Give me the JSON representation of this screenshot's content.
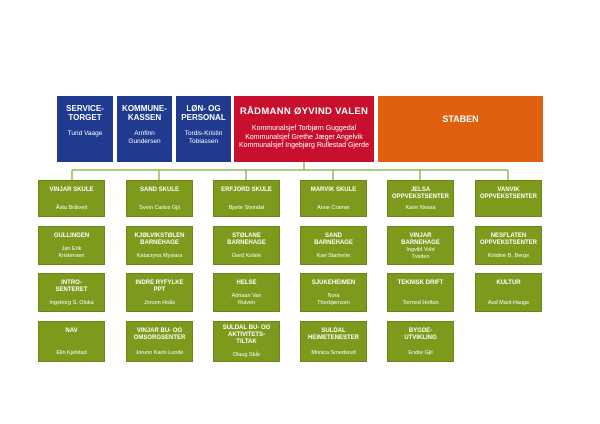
{
  "top_units": [
    {
      "title": "SERVICE-\nTORGET",
      "person": "Turid Vaage"
    },
    {
      "title": "KOMMUNE-\nKASSEN",
      "person": "Arnfinn\nGundersen"
    },
    {
      "title": "LØN- OG\nPERSONAL",
      "person": "Tordis-Kristin\nTobiassen"
    }
  ],
  "radmann": {
    "title": "RÅDMANN ØYVIND VALEN",
    "lines": [
      "Kommunalsjef Torbjørn Guggedal",
      "Kommunalsjef Grethe Jæger Angelvik",
      "Kommunalsjef Ingebjørg Rullestad Gjerde"
    ]
  },
  "staben": {
    "title": "STABEN"
  },
  "units": [
    [
      {
        "title": "VINJAR SKULE",
        "person": "Åsta Bråtveit"
      },
      {
        "title": "SAND SKULE",
        "person": "Svein Carlos Gjil"
      },
      {
        "title": "ERFJORD SKULE",
        "person": "Bjarte Steindal"
      },
      {
        "title": "MARVIK SKULE",
        "person": "Anne Cramer"
      },
      {
        "title": "JELSA\nOPPVEKSTSENTER",
        "person": "Karin Nessa"
      },
      {
        "title": "VANVIK\nOPPVEKSTSENTER",
        "person": ""
      }
    ],
    [
      {
        "title": "GULLINGEN",
        "person": "Jan Erik\nKristensen"
      },
      {
        "title": "KJØLVIKSTØLEN\nBARNEHAGE",
        "person": "Katarzyna Mysiara"
      },
      {
        "title": "STØLANE\nBARNEHAGE",
        "person": "Gerd Kolste"
      },
      {
        "title": "SAND\nBARNEHAGE",
        "person": "Kari Starheim"
      },
      {
        "title": "VINJAR\nBARNEHAGE",
        "person": "Ingvild Vold\nTveiten"
      },
      {
        "title": "NESFLATEN\nOPPVEKSTSENTER",
        "person": "Kristine B. Berge"
      }
    ],
    [
      {
        "title": "INTRO-\nSENTERET",
        "person": "Ingeborg S. Oluka"
      },
      {
        "title": "INDRE RYFYLKE\nPPT",
        "person": "Jorunn Hoås"
      },
      {
        "title": "HELSE",
        "person": "Adriaan Van\nRuiven"
      },
      {
        "title": "SJUKEHEIMEN",
        "person": "Nora\nThorbjørnsen"
      },
      {
        "title": "TEKNISK DRIFT",
        "person": "Tormod Hoftun"
      },
      {
        "title": "KULTUR",
        "person": "Aud Marit Hauge"
      }
    ],
    [
      {
        "title": "NAV",
        "person": "Elin Kjelstad"
      },
      {
        "title": "VINJAR BU- OG\nOMSORGSENTER",
        "person": "Jorunn Karin Lunde"
      },
      {
        "title": "SULDAL BU- OG\nAKTIVITETS-\nTILTAK",
        "person": "Olaug Skår"
      },
      {
        "title": "SULDAL\nHEIMETENESTER",
        "person": "Monica Smedsrud"
      },
      {
        "title": "BYGDE-\nUTVIKLING",
        "person": "Endre Gjil"
      }
    ]
  ],
  "colors": {
    "blue": "#1f3a8f",
    "red": "#c8102e",
    "orange": "#e06010",
    "green": "#7d9a1c",
    "line": "#9ab85a"
  }
}
